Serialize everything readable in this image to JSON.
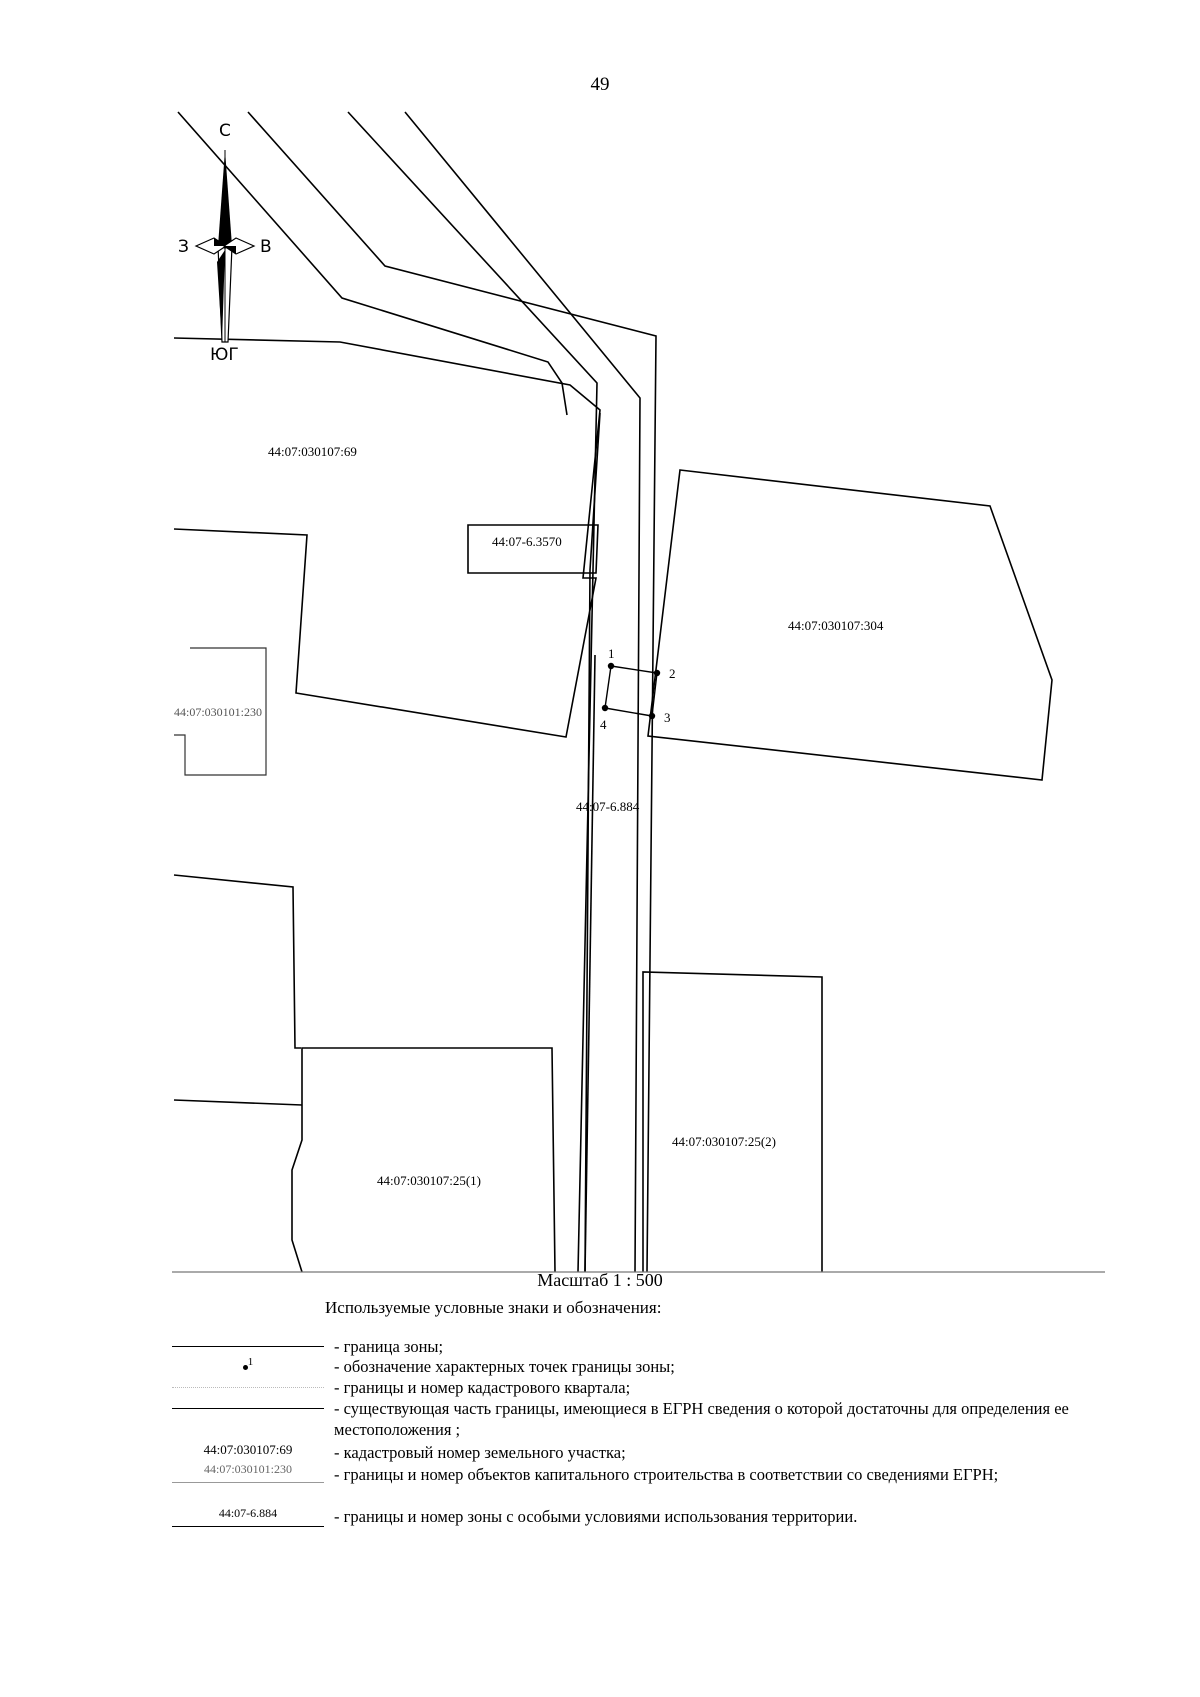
{
  "page_number": "49",
  "compass": {
    "north": "С",
    "south": "ЮГ",
    "west": "З",
    "east": "В"
  },
  "parcels": {
    "p69": "44:07:030107:69",
    "p304": "44:07:030107:304",
    "p25_1": "44:07:030107:25(1)",
    "p25_2": "44:07:030107:25(2)"
  },
  "building": "44:07:030101:230",
  "zones": {
    "z3570": "44:07-6.3570",
    "z884": "44:07-6.884"
  },
  "points": [
    "1",
    "2",
    "3",
    "4"
  ],
  "scale_text": "Масштаб 1 : 500",
  "legend": {
    "title": "Используемые условные знаки и обозначения:",
    "items": [
      {
        "sample": "",
        "text": "- граница зоны;"
      },
      {
        "sample": "1",
        "text": "- обозначение характерных точек границы зоны;"
      },
      {
        "sample": "",
        "text": "- границы и номер кадастрового квартала;"
      },
      {
        "sample": "",
        "text": "- существующая часть границы, имеющиеся в ЕГРН сведения о которой достаточны для определения ее местоположения ;"
      },
      {
        "sample": "44:07:030107:69",
        "text": "- кадастровый номер земельного участка;"
      },
      {
        "sample": "44:07:030101:230",
        "text": "- границы и номер объектов капитального строительства в соответствии со сведениями ЕГРН;"
      },
      {
        "sample": "44:07-6.884",
        "text": "- границы и номер зоны с особыми условиями использования территории."
      }
    ]
  }
}
